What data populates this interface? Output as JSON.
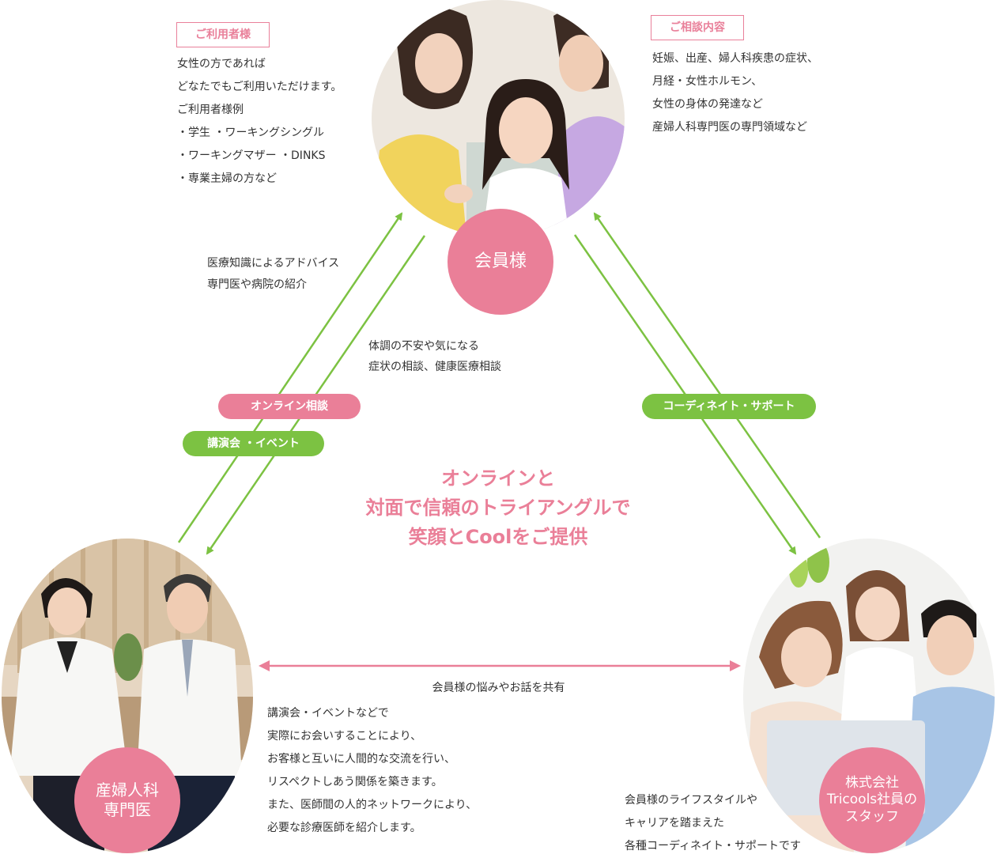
{
  "nodes": {
    "members": {
      "label": "会員様"
    },
    "doctors": {
      "label": "産婦人科\n専門医"
    },
    "staff": {
      "label": "株式会社\nTricools社員の\nスタッフ"
    }
  },
  "users_box": {
    "tag": "ご利用者様",
    "lines": [
      "女性の方であれば",
      "どなたでもご利用いただけます。",
      "ご利用者様例",
      "・学生 ・ワーキングシングル",
      "・ワーキングマザー ・DINKS",
      "・専業主婦の方など"
    ]
  },
  "consult_box": {
    "tag": "ご相談内容",
    "lines": [
      "妊娠、出産、婦人科疾患の症状、",
      "月経・女性ホルモン、",
      "女性の身体の発達など",
      "産婦人科専門医の専門領域など"
    ]
  },
  "advice_text": [
    "医療知識によるアドバイス",
    "専門医や病院の紹介"
  ],
  "symptom_text": [
    "体調の不安や気になる",
    "症状の相談、健康医療相談"
  ],
  "pills": {
    "online": "オンライン相談",
    "event": "講演会 ・イベント",
    "coordinate": "コーディネイト・サポート"
  },
  "center_message": [
    "オンラインと",
    "対面で信頼のトライアングルで",
    "笑顔とCoolをご提供"
  ],
  "share_label": "会員様の悩みやお話を共有",
  "bottom_text": [
    "講演会・イベントなどで",
    "実際にお会いすることにより、",
    "お客様と互いに人間的な交流を行い、",
    "リスペクトしあう関係を築きます。",
    "また、医師間の人的ネットワークにより、",
    "必要な診療医師を紹介します。"
  ],
  "staff_text": [
    "会員様のライフスタイルや",
    "キャリアを踏まえた",
    "各種コーディネイト・サポートです"
  ],
  "colors": {
    "pink": "#ea7f98",
    "green": "#7cc242",
    "text": "#333333"
  }
}
